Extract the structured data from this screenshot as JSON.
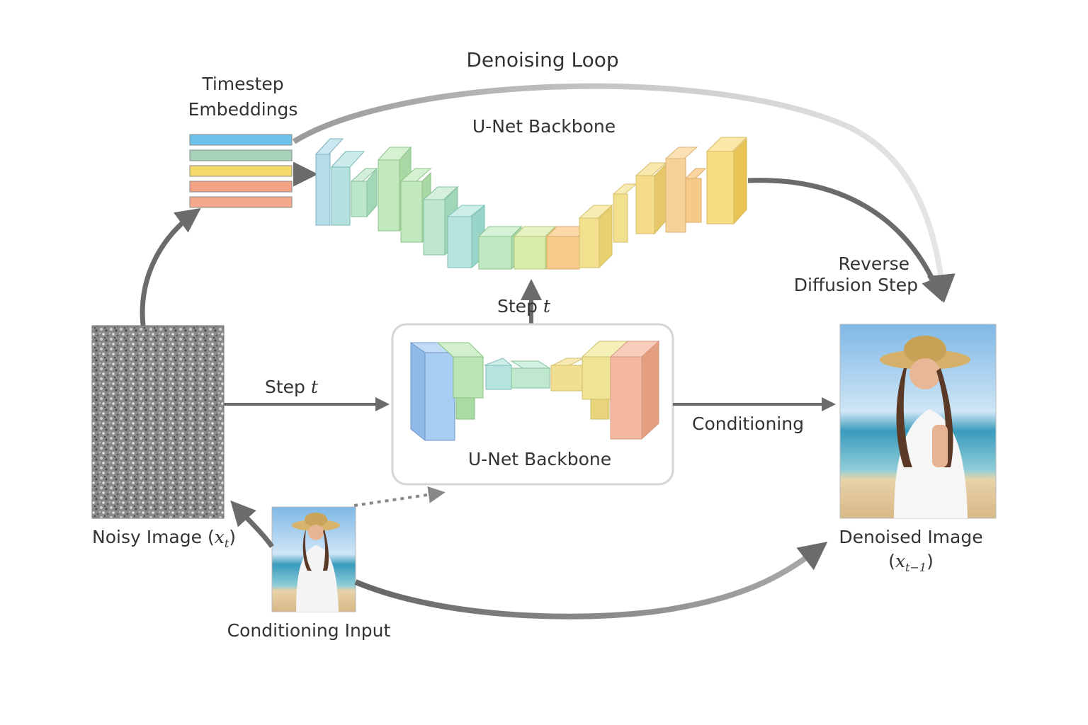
{
  "labels": {
    "loop_title": "Denoising Loop",
    "timestep_line1": "Timestep",
    "timestep_line2": "Embeddings",
    "unet_top": "U-Net Backbone",
    "unet_box": "U-Net Backbone",
    "reverse_line1": "Reverse",
    "reverse_line2": "Diffusion Step",
    "step_up_text": "Step",
    "step_up_var": "t",
    "step_left_text": "Step",
    "step_left_var": "t",
    "conditioning": "Conditioning",
    "noisy_text": "Noisy Image (",
    "noisy_var": "x",
    "noisy_sub": "t",
    "noisy_close": ")",
    "cond_input": "Conditioning Input",
    "denoised_line1": "Denoised Image",
    "denoised_open": "(",
    "denoised_var": "x",
    "denoised_sub": "t−1",
    "denoised_close": ")"
  },
  "embedding_bar_colors": [
    "#6ec3ea",
    "#a6d3b8",
    "#f5d969",
    "#f2a285",
    "#f4a98c"
  ],
  "colors": {
    "arrow": "#6b6b6b",
    "box_border": "#d6d6d6",
    "text": "#333333"
  }
}
